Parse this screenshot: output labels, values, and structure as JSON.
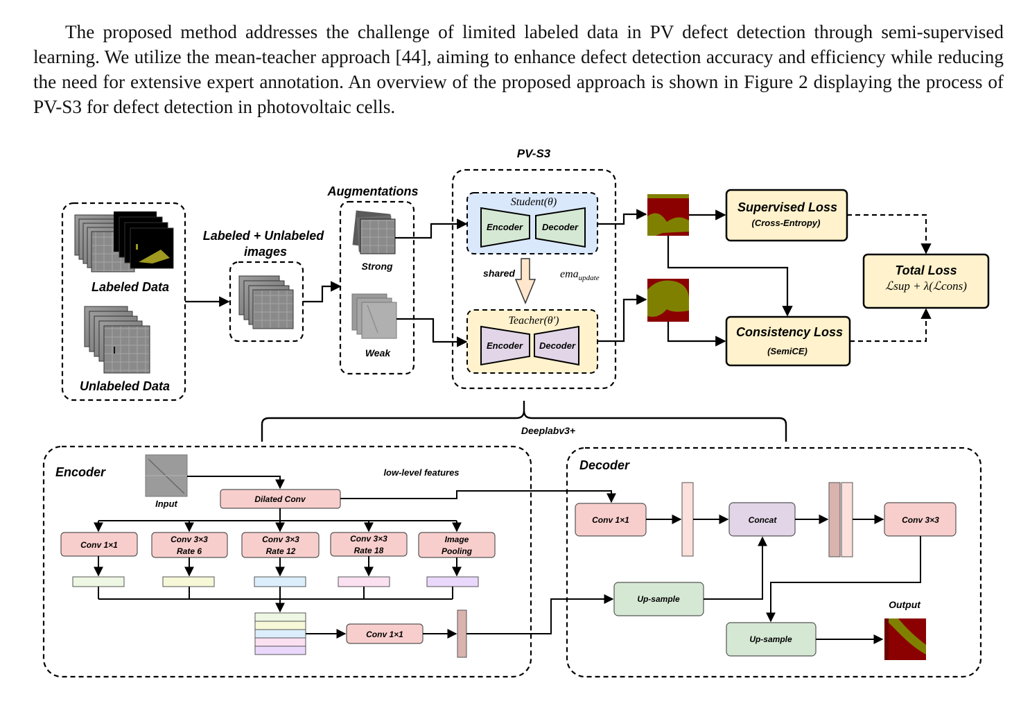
{
  "paragraph": "The proposed method addresses the challenge of limited labeled data in PV defect detection through semi-supervised learning. We utilize the mean-teacher approach [44], aiming to enhance defect detection accuracy and efficiency while reducing the need for extensive expert annotation. An overview of the proposed approach is shown in Figure  2 displaying the process of PV-S3 for defect detection in photovoltaic cells.",
  "figure": {
    "title": "PV-S3",
    "data_group": {
      "labeled": "Labeled Data",
      "unlabeled": "Unlabeled Data"
    },
    "combined": {
      "label_line1": "Labeled + Unlabeled",
      "label_line2": "images"
    },
    "augmentations": {
      "title": "Augmentations",
      "strong": "Strong",
      "weak": "Weak"
    },
    "student": {
      "title": "Student(θ)",
      "encoder": "Encoder",
      "decoder": "Decoder"
    },
    "teacher": {
      "title": "Teacher(θ′)",
      "encoder": "Encoder",
      "decoder": "Decoder"
    },
    "shared": "shared",
    "ema_base": "ema",
    "ema_sub": "update",
    "supervised_loss": {
      "title": "Supervised Loss",
      "subtitle": "(Cross-Entropy)"
    },
    "consistency_loss": {
      "title": "Consistency Loss",
      "subtitle": "(SemiCE)"
    },
    "total_loss": {
      "title": "Total Loss",
      "formula": "ℒsup + λ(ℒcons)"
    },
    "deeplab": "Deeplabv3+",
    "encoder": {
      "title": "Encoder",
      "input": "Input",
      "low_level": "low-level features",
      "dilated": "Dilated Conv",
      "branches": [
        {
          "line1": "Conv 1×1",
          "line2": ""
        },
        {
          "line1": "Conv 3×3",
          "line2": "Rate 6"
        },
        {
          "line1": "Conv 3×3",
          "line2": "Rate 12"
        },
        {
          "line1": "Conv 3×3",
          "line2": "Rate 18"
        },
        {
          "line1": "Image",
          "line2": "Pooling"
        }
      ],
      "conv_out": "Conv 1×1"
    },
    "decoder": {
      "title": "Decoder",
      "conv1": "Conv 1×1",
      "concat": "Concat",
      "conv3": "Conv 3×3",
      "upsample1": "Up-sample",
      "upsample2": "Up-sample",
      "output": "Output"
    },
    "colors": {
      "student_fill": "#dae8fc",
      "teacher_fill": "#fff2cc",
      "loss_fill": "#fff2cc",
      "encoder_trap": "#d5e8d4",
      "teacher_trap": "#e1d5e7",
      "conv_fill": "#f8cecc",
      "concat_fill": "#e1d5e7",
      "upsample_fill": "#d5e8d4",
      "defect_red": "#8b0000",
      "defect_olive": "#808000"
    }
  }
}
